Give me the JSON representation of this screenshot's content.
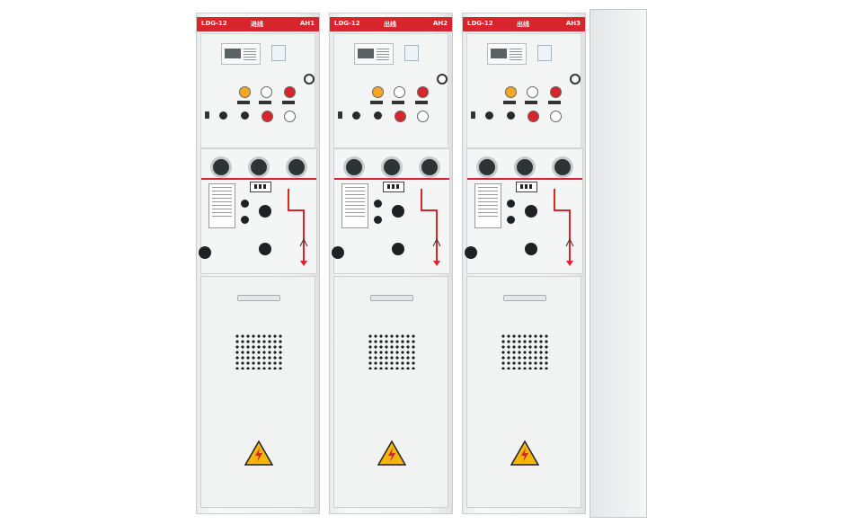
{
  "cabinets": [
    {
      "model": "LDG-12",
      "function": "进线",
      "tag": "AH1"
    },
    {
      "model": "LDG-12",
      "function": "出线",
      "tag": "AH2"
    },
    {
      "model": "LDG-12",
      "function": "出线",
      "tag": "AH3"
    }
  ],
  "colors": {
    "header": "#d8242b",
    "body": "#f4f5f5",
    "warning": "#f2b705"
  },
  "icons": [
    "high-voltage-warning-icon",
    "vent-grille",
    "indicator-lamp"
  ]
}
